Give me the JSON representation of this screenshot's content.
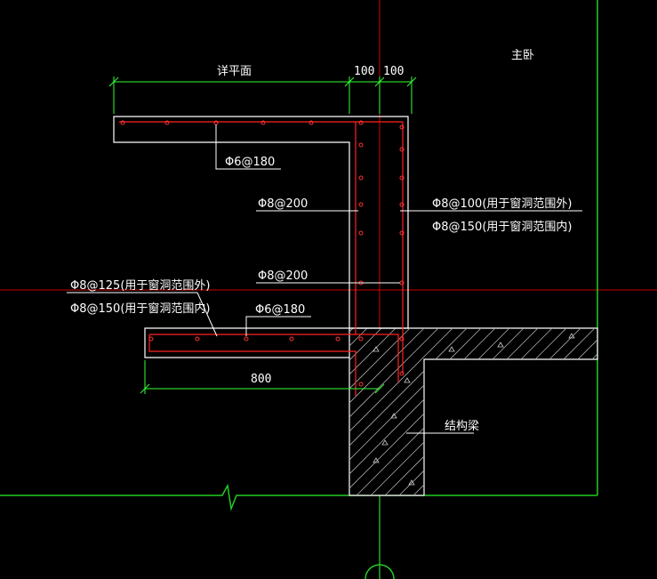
{
  "colors": {
    "background": "#000000",
    "outline": "#ffffff",
    "rebar": "#ff2020",
    "dimension": "#33ff33",
    "axis": "#ff0000",
    "grid": "#22cc22",
    "hatch": "#bbbbbb"
  },
  "labels": {
    "room": "主卧",
    "detail_plan": "详平面",
    "dim_left_100": "100",
    "dim_right_100": "100",
    "dim_800": "800",
    "top_bar": "Φ6@180",
    "side_bar_left": "Φ8@200",
    "side_bar_right_outside": "Φ8@100(用于窗洞范围外)",
    "side_bar_right_inside": "Φ8@150(用于窗洞范围内)",
    "middle_bar": "Φ8@200",
    "bottom_bar_outside": "Φ8@125(用于窗洞范围外)",
    "bottom_bar_inside": "Φ8@150(用于窗洞范围内)",
    "bottom_dist_bar": "Φ6@180",
    "beam": "结构梁"
  }
}
